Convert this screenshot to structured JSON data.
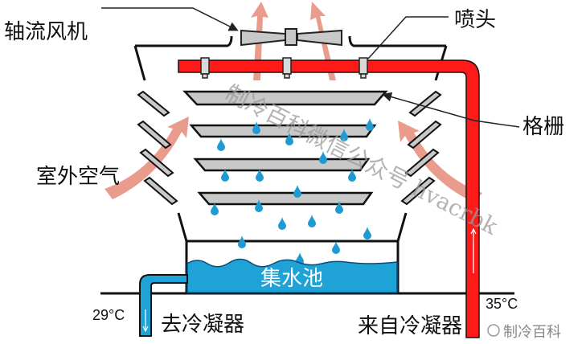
{
  "labels": {
    "fan": "轴流风机",
    "nozzle": "喷头",
    "grille": "格栅",
    "outdoor_air": "室外空气",
    "basin": "集水池",
    "to_condenser": "去冷凝器",
    "from_condenser": "来自冷凝器",
    "temp_out": "29°C",
    "temp_in": "35°C"
  },
  "watermark": {
    "diagonal": "制冷百科微信公众号 hvacrbk",
    "corner": "制冷百科"
  },
  "colors": {
    "hot_pipe": "#ff1a1a",
    "water": "#1fa3d6",
    "air_arrow": "#e8917f",
    "grille": "#c8c8c8"
  }
}
